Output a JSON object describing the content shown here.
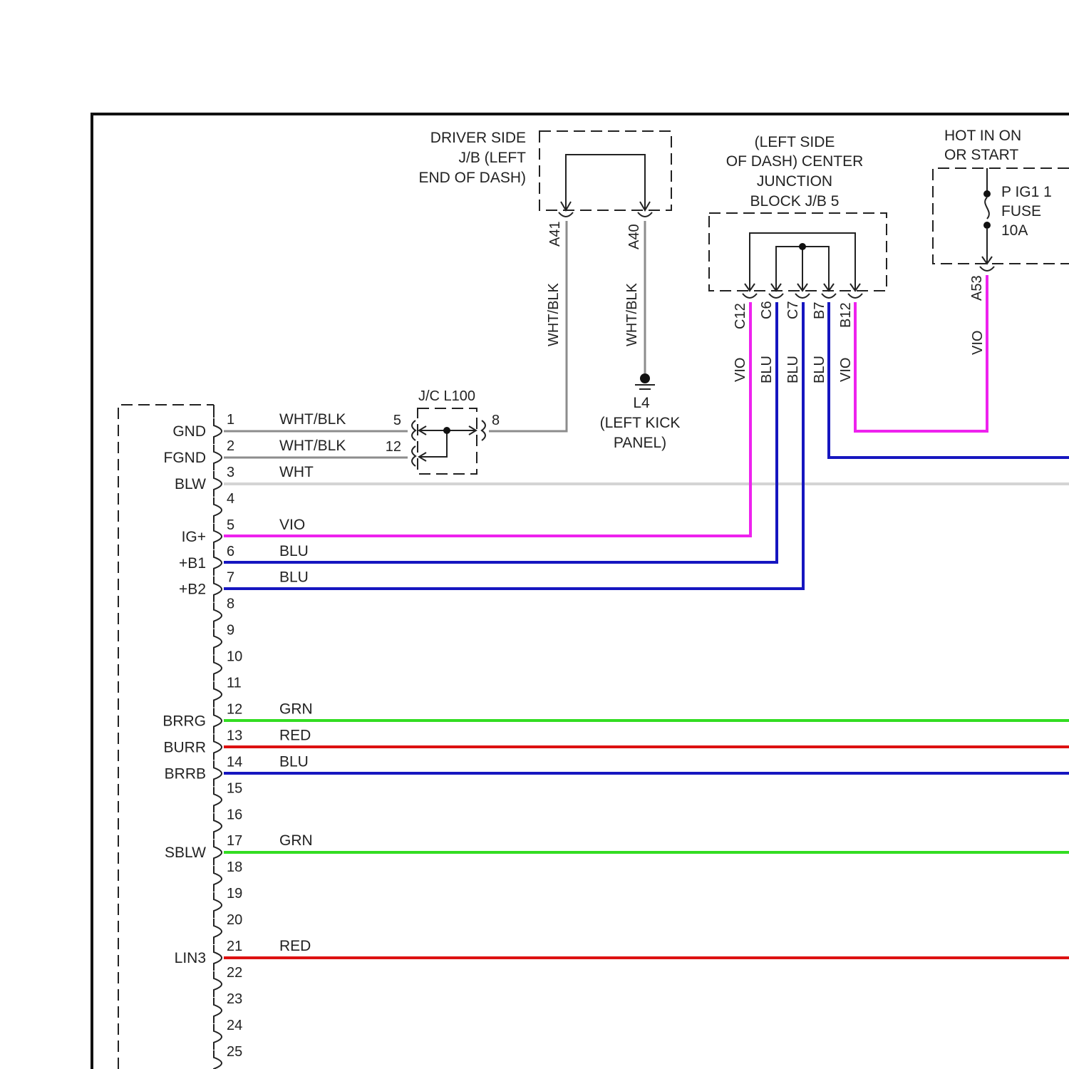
{
  "colors": {
    "VIO": "#ee22ee",
    "BLU": "#1616c0",
    "GRN": "#33dd22",
    "RED": "#dd1111",
    "WHT": "#d4d4d4",
    "WHT/BLK": "#8c8c8c"
  },
  "driver_jb": {
    "title_lines": [
      "DRIVER SIDE",
      "J/B (LEFT",
      "END OF DASH)"
    ],
    "pins": [
      "A41",
      "A40"
    ]
  },
  "center_jb": {
    "title_lines": [
      "(LEFT SIDE",
      "OF DASH) CENTER",
      "JUNCTION",
      "BLOCK J/B 5"
    ],
    "pins": [
      "C12",
      "C6",
      "C7",
      "B7",
      "B12"
    ]
  },
  "fuse_box": {
    "title_lines": [
      "HOT IN ON",
      "OR START"
    ],
    "fuse_lines": [
      "P IG1 1",
      "FUSE",
      "10A"
    ],
    "pin": "A53"
  },
  "junction_connector": {
    "title": "J/C L100",
    "pins": [
      "5",
      "12",
      "8"
    ]
  },
  "ground": {
    "lines": [
      "L4",
      "(LEFT KICK",
      "PANEL)"
    ]
  },
  "vertical_wire_labels": {
    "A41": "WHT/BLK",
    "A40": "WHT/BLK",
    "C12": "VIO",
    "C6": "BLU",
    "C7": "BLU",
    "B7": "BLU",
    "B12": "VIO",
    "A53": "VIO"
  },
  "connector_pins": [
    {
      "num": "1",
      "signal": "GND",
      "wire": "WHT/BLK"
    },
    {
      "num": "2",
      "signal": "FGND",
      "wire": "WHT/BLK"
    },
    {
      "num": "3",
      "signal": "BLW",
      "wire": "WHT"
    },
    {
      "num": "4",
      "signal": "",
      "wire": ""
    },
    {
      "num": "5",
      "signal": "IG+",
      "wire": "VIO"
    },
    {
      "num": "6",
      "signal": "+B1",
      "wire": "BLU"
    },
    {
      "num": "7",
      "signal": "+B2",
      "wire": "BLU"
    },
    {
      "num": "8",
      "signal": "",
      "wire": ""
    },
    {
      "num": "9",
      "signal": "",
      "wire": ""
    },
    {
      "num": "10",
      "signal": "",
      "wire": ""
    },
    {
      "num": "11",
      "signal": "",
      "wire": ""
    },
    {
      "num": "12",
      "signal": "BRRG",
      "wire": "GRN"
    },
    {
      "num": "13",
      "signal": "BURR",
      "wire": "RED"
    },
    {
      "num": "14",
      "signal": "BRRB",
      "wire": "BLU"
    },
    {
      "num": "15",
      "signal": "",
      "wire": ""
    },
    {
      "num": "16",
      "signal": "",
      "wire": ""
    },
    {
      "num": "17",
      "signal": "SBLW",
      "wire": "GRN"
    },
    {
      "num": "18",
      "signal": "",
      "wire": ""
    },
    {
      "num": "19",
      "signal": "",
      "wire": ""
    },
    {
      "num": "20",
      "signal": "",
      "wire": ""
    },
    {
      "num": "21",
      "signal": "LIN3",
      "wire": "RED"
    },
    {
      "num": "22",
      "signal": "",
      "wire": ""
    },
    {
      "num": "23",
      "signal": "",
      "wire": ""
    },
    {
      "num": "24",
      "signal": "",
      "wire": ""
    },
    {
      "num": "25",
      "signal": "",
      "wire": ""
    }
  ]
}
